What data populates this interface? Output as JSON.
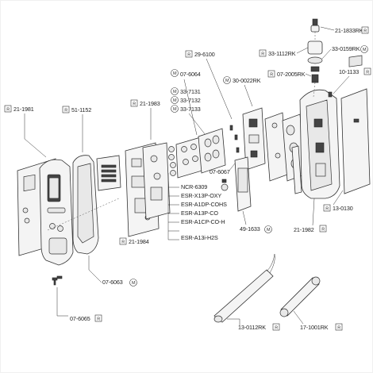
{
  "parts": {
    "p21_1981": "21-1981",
    "p51_1152": "51-1152",
    "p07_6063": "07-6063",
    "p07_6065": "07-6065",
    "p21_1983": "21-1983",
    "p21_1984": "21-1984",
    "p07_6064": "07-6064",
    "p33_7131": "33-7131",
    "p33_7132": "33-7132",
    "p33_7133": "33-7133",
    "p29_6100": "29-6100",
    "p30_0022rk": "30-0022RK",
    "p07_6067": "07-6067",
    "pncr_6309": "NCR-6309",
    "pesr_x13p": "ESR-X13P-OXY",
    "pesr_a1dp": "ESR-A1DP-COHS",
    "pesr_a13p": "ESR-A13P-CO",
    "pesr_a1cp": "ESR-A1CP-CO-H",
    "pesr_a13i": "ESR-A13i-H2S",
    "p49_1633": "49-1633",
    "p21_1982": "21-1982",
    "p13_0130": "13-0130",
    "p10_1133": "10-1133",
    "p07_2005rk": "07-2005RK",
    "p33_1112rk": "33-1112RK",
    "p33_0159rk": "33-0159RK",
    "p21_1833rk": "21-1833RK",
    "p13_0112rk": "13-0112RK",
    "p17_1001rk": "17-1001RK"
  },
  "tags": {
    "r": "R",
    "m": "M"
  }
}
